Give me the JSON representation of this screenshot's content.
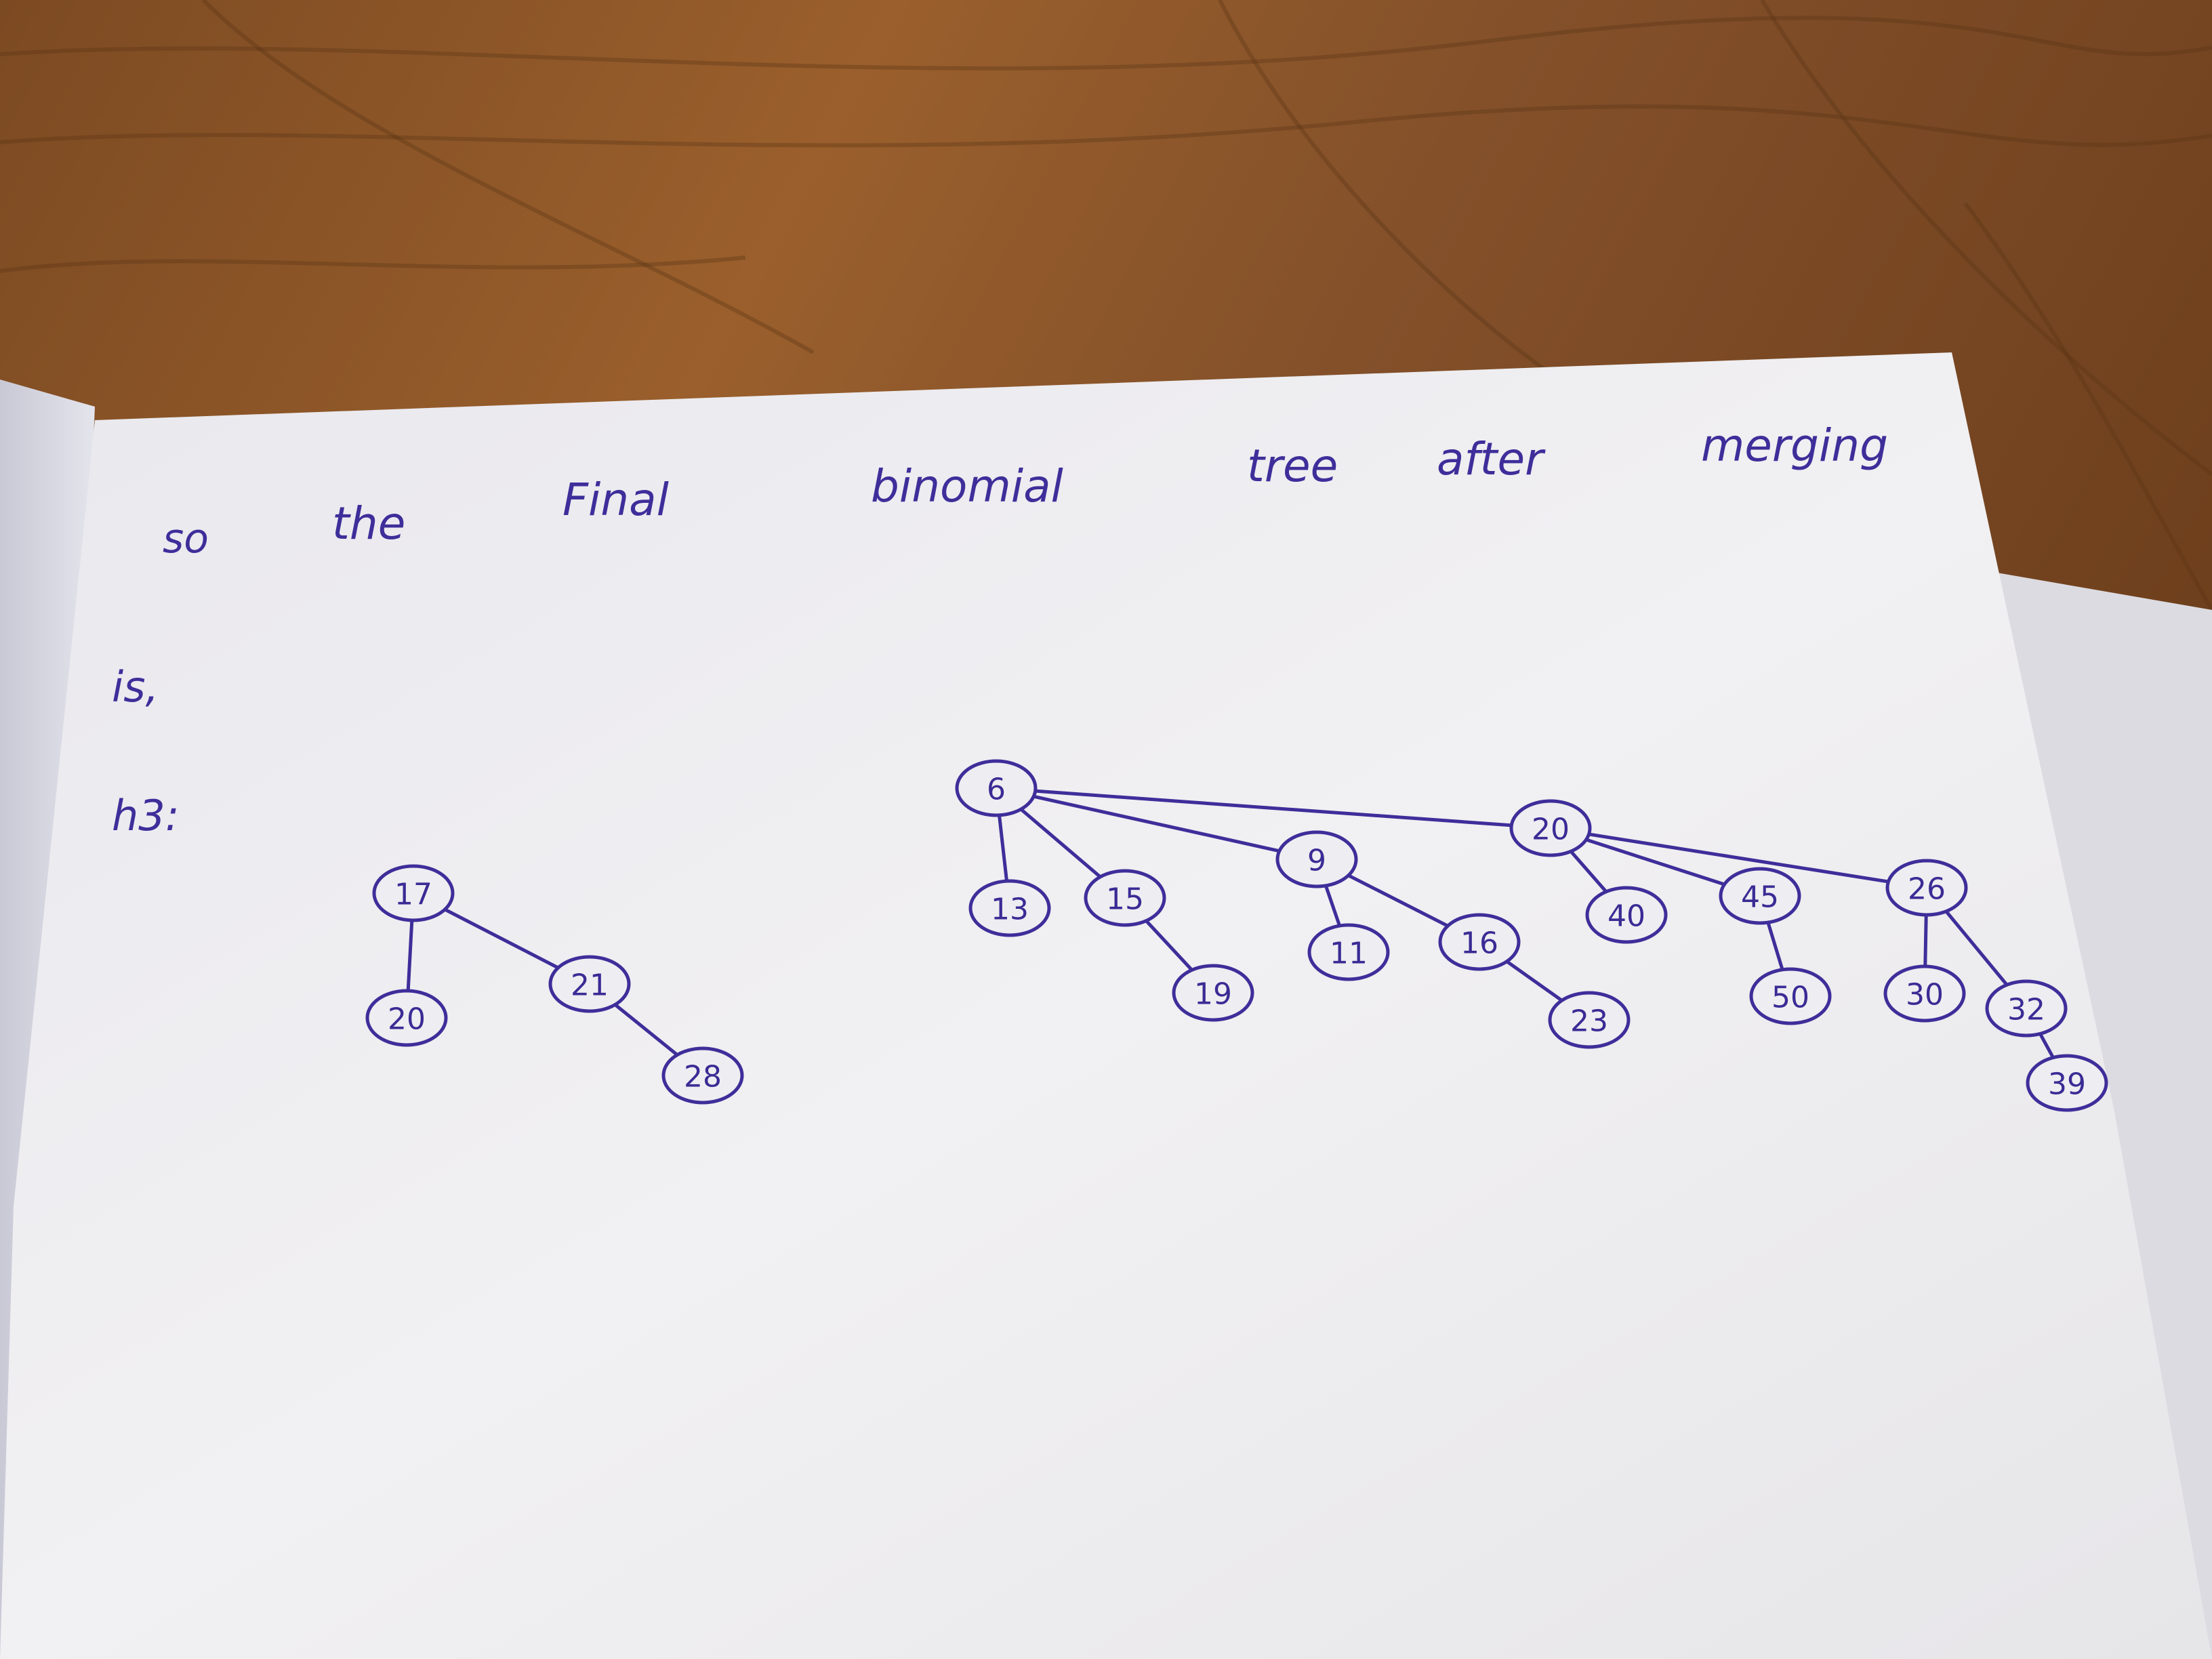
{
  "page": {
    "heading_words": [
      "so",
      "the",
      "Final",
      "binomial",
      "tree",
      "after",
      "merging"
    ],
    "heading_line2": "is,",
    "heap_label": "h3:"
  },
  "colors": {
    "ink": "#3e2e9a",
    "paper": "#efeef0",
    "wood": "#8a5326"
  },
  "trees": [
    {
      "id": "tree-17",
      "nodes": [
        {
          "id": "n17",
          "label": "17"
        },
        {
          "id": "n20a",
          "label": "20"
        },
        {
          "id": "n21",
          "label": "21"
        },
        {
          "id": "n28",
          "label": "28"
        }
      ],
      "edges": [
        [
          "n17",
          "n20a"
        ],
        [
          "n17",
          "n21"
        ],
        [
          "n21",
          "n28"
        ]
      ]
    },
    {
      "id": "tree-6",
      "nodes": [
        {
          "id": "n6",
          "label": "6"
        },
        {
          "id": "n13",
          "label": "13"
        },
        {
          "id": "n15",
          "label": "15"
        },
        {
          "id": "n19",
          "label": "19"
        },
        {
          "id": "n9",
          "label": "9"
        },
        {
          "id": "n11",
          "label": "11"
        },
        {
          "id": "n16",
          "label": "16"
        },
        {
          "id": "n23",
          "label": "23"
        },
        {
          "id": "n20b",
          "label": "20"
        },
        {
          "id": "n40",
          "label": "40"
        },
        {
          "id": "n45",
          "label": "45"
        },
        {
          "id": "n50",
          "label": "50"
        },
        {
          "id": "n26",
          "label": "26"
        },
        {
          "id": "n30",
          "label": "30"
        },
        {
          "id": "n32",
          "label": "32"
        },
        {
          "id": "n39",
          "label": "39"
        }
      ],
      "edges": [
        [
          "n6",
          "n13"
        ],
        [
          "n6",
          "n15"
        ],
        [
          "n15",
          "n19"
        ],
        [
          "n6",
          "n9"
        ],
        [
          "n9",
          "n11"
        ],
        [
          "n9",
          "n16"
        ],
        [
          "n16",
          "n23"
        ],
        [
          "n6",
          "n20b"
        ],
        [
          "n20b",
          "n40"
        ],
        [
          "n20b",
          "n45"
        ],
        [
          "n45",
          "n50"
        ],
        [
          "n20b",
          "n26"
        ],
        [
          "n26",
          "n30"
        ],
        [
          "n26",
          "n32"
        ],
        [
          "n32",
          "n39"
        ]
      ]
    }
  ]
}
